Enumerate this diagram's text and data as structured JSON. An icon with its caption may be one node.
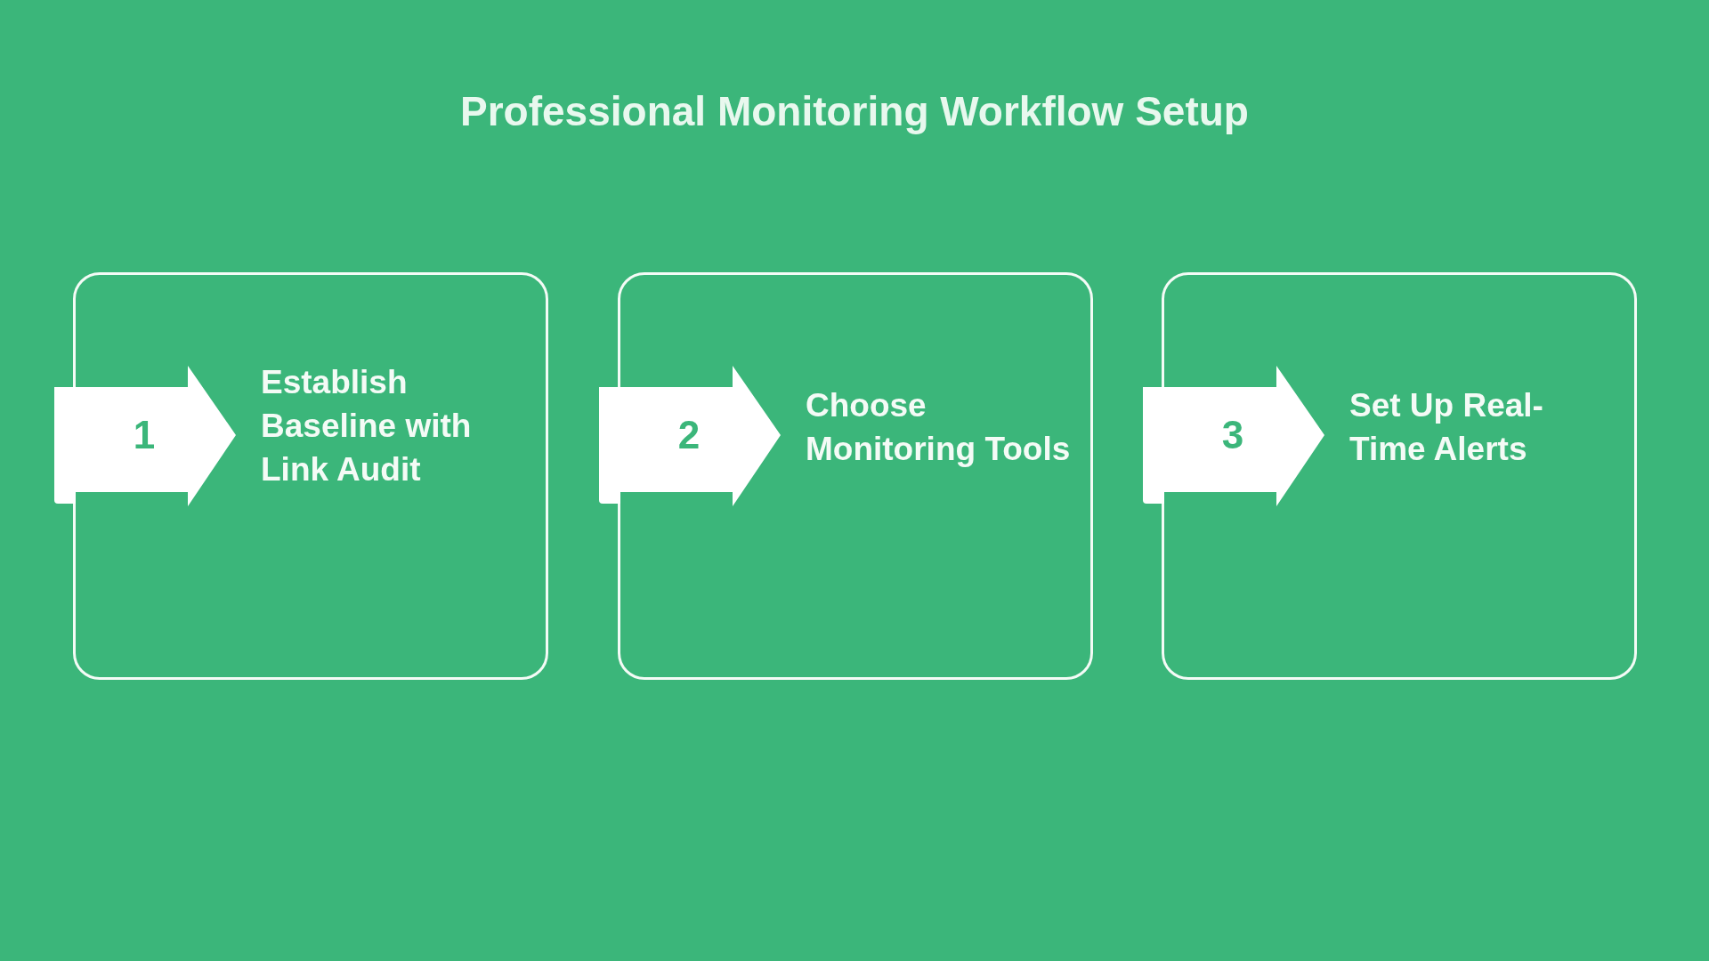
{
  "diagram": {
    "title": "Professional Monitoring Workflow Setup",
    "nodes": [
      {
        "text": [
          "1",
          "Establish Baseline with Link Audit"
        ]
      },
      {
        "text": [
          "2",
          "Choose Monitoring Tools"
        ]
      },
      {
        "text": [
          "3",
          "Set Up Real-Time Alerts"
        ]
      }
    ]
  }
}
